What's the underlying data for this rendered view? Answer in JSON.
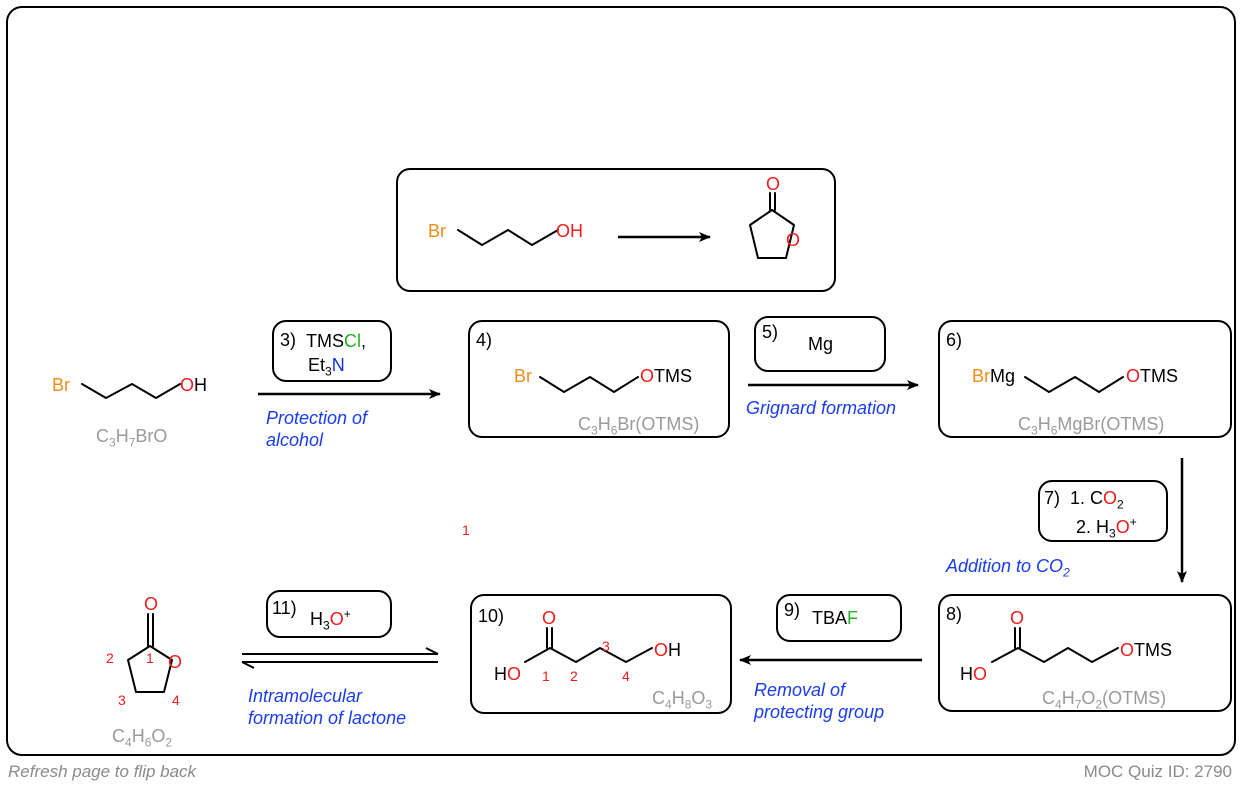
{
  "target": {
    "left_label": "Br",
    "right_label": "OH",
    "product_O_carbonyl": "O",
    "product_O_ring": "O"
  },
  "start": {
    "br": "Br",
    "oh": "OH",
    "formula": {
      "c": "C",
      "c_sub": "3",
      "h": "H",
      "h_sub": "7",
      "rest": "BrO"
    }
  },
  "step3": {
    "num": "3)",
    "line1_a": "TMS",
    "line1_b": "Cl",
    "line1_c": ",",
    "line2_a": "Et",
    "line2_sub": "3",
    "line2_b": "N",
    "label_line1": "Protection of",
    "label_line2": "alcohol"
  },
  "cmp4": {
    "num": "4)",
    "br": "Br",
    "o": "O",
    "tms": "TMS",
    "formula": {
      "c": "C",
      "c_sub": "3",
      "h": "H",
      "h_sub": "6",
      "rest": "Br(OTMS)"
    }
  },
  "step5": {
    "num": "5)",
    "reagent": "Mg",
    "label": "Grignard formation"
  },
  "cmp6": {
    "num": "6)",
    "br": "Br",
    "mg": "Mg",
    "o": "O",
    "tms": "TMS",
    "formula": {
      "c": "C",
      "c_sub": "3",
      "h": "H",
      "h_sub": "6",
      "rest": "MgBr(OTMS)"
    }
  },
  "step7": {
    "num": "7)",
    "line1_a": "1. C",
    "line1_b": "O",
    "line1_sub": "2",
    "line2_a": "2. H",
    "line2_sub": "3",
    "line2_b": "O",
    "line2_sup": "+",
    "label_a": "Addition to CO",
    "label_sub": "2"
  },
  "stray_number": "1",
  "cmp8": {
    "num": "8)",
    "o_top": "O",
    "h": "H",
    "o_left": "O",
    "o_right": "O",
    "tms": "TMS",
    "formula": {
      "c": "C",
      "c_sub": "4",
      "h": "H",
      "h_sub": "7",
      "o": "O",
      "o_sub": "2",
      "rest": "(OTMS)"
    }
  },
  "step9": {
    "num": "9)",
    "reagent_a": "TBA",
    "reagent_b": "F",
    "label_line1": "Removal of",
    "label_line2": "protecting group"
  },
  "cmp10": {
    "num": "10)",
    "o_top": "O",
    "h": "H",
    "o_left": "O",
    "oh": "OH",
    "n1": "1",
    "n2": "2",
    "n3": "3",
    "n4": "4",
    "formula": {
      "c": "C",
      "c_sub": "4",
      "h": "H",
      "h_sub": "8",
      "o": "O",
      "o_sub": "3"
    }
  },
  "step11": {
    "num": "11)",
    "reagent_a": "H",
    "reagent_sub": "3",
    "reagent_b": "O",
    "reagent_sup": "+",
    "label_line1": "Intramolecular",
    "label_line2": "formation of lactone"
  },
  "lactone": {
    "o_top": "O",
    "o_ring": "O",
    "n1": "1",
    "n2": "2",
    "n3": "3",
    "n4": "4",
    "formula": {
      "c": "C",
      "c_sub": "4",
      "h": "H",
      "h_sub": "6",
      "o": "O",
      "o_sub": "2"
    }
  },
  "footer": {
    "left": "Refresh page to flip back",
    "right": "MOC Quiz ID: 2790"
  }
}
